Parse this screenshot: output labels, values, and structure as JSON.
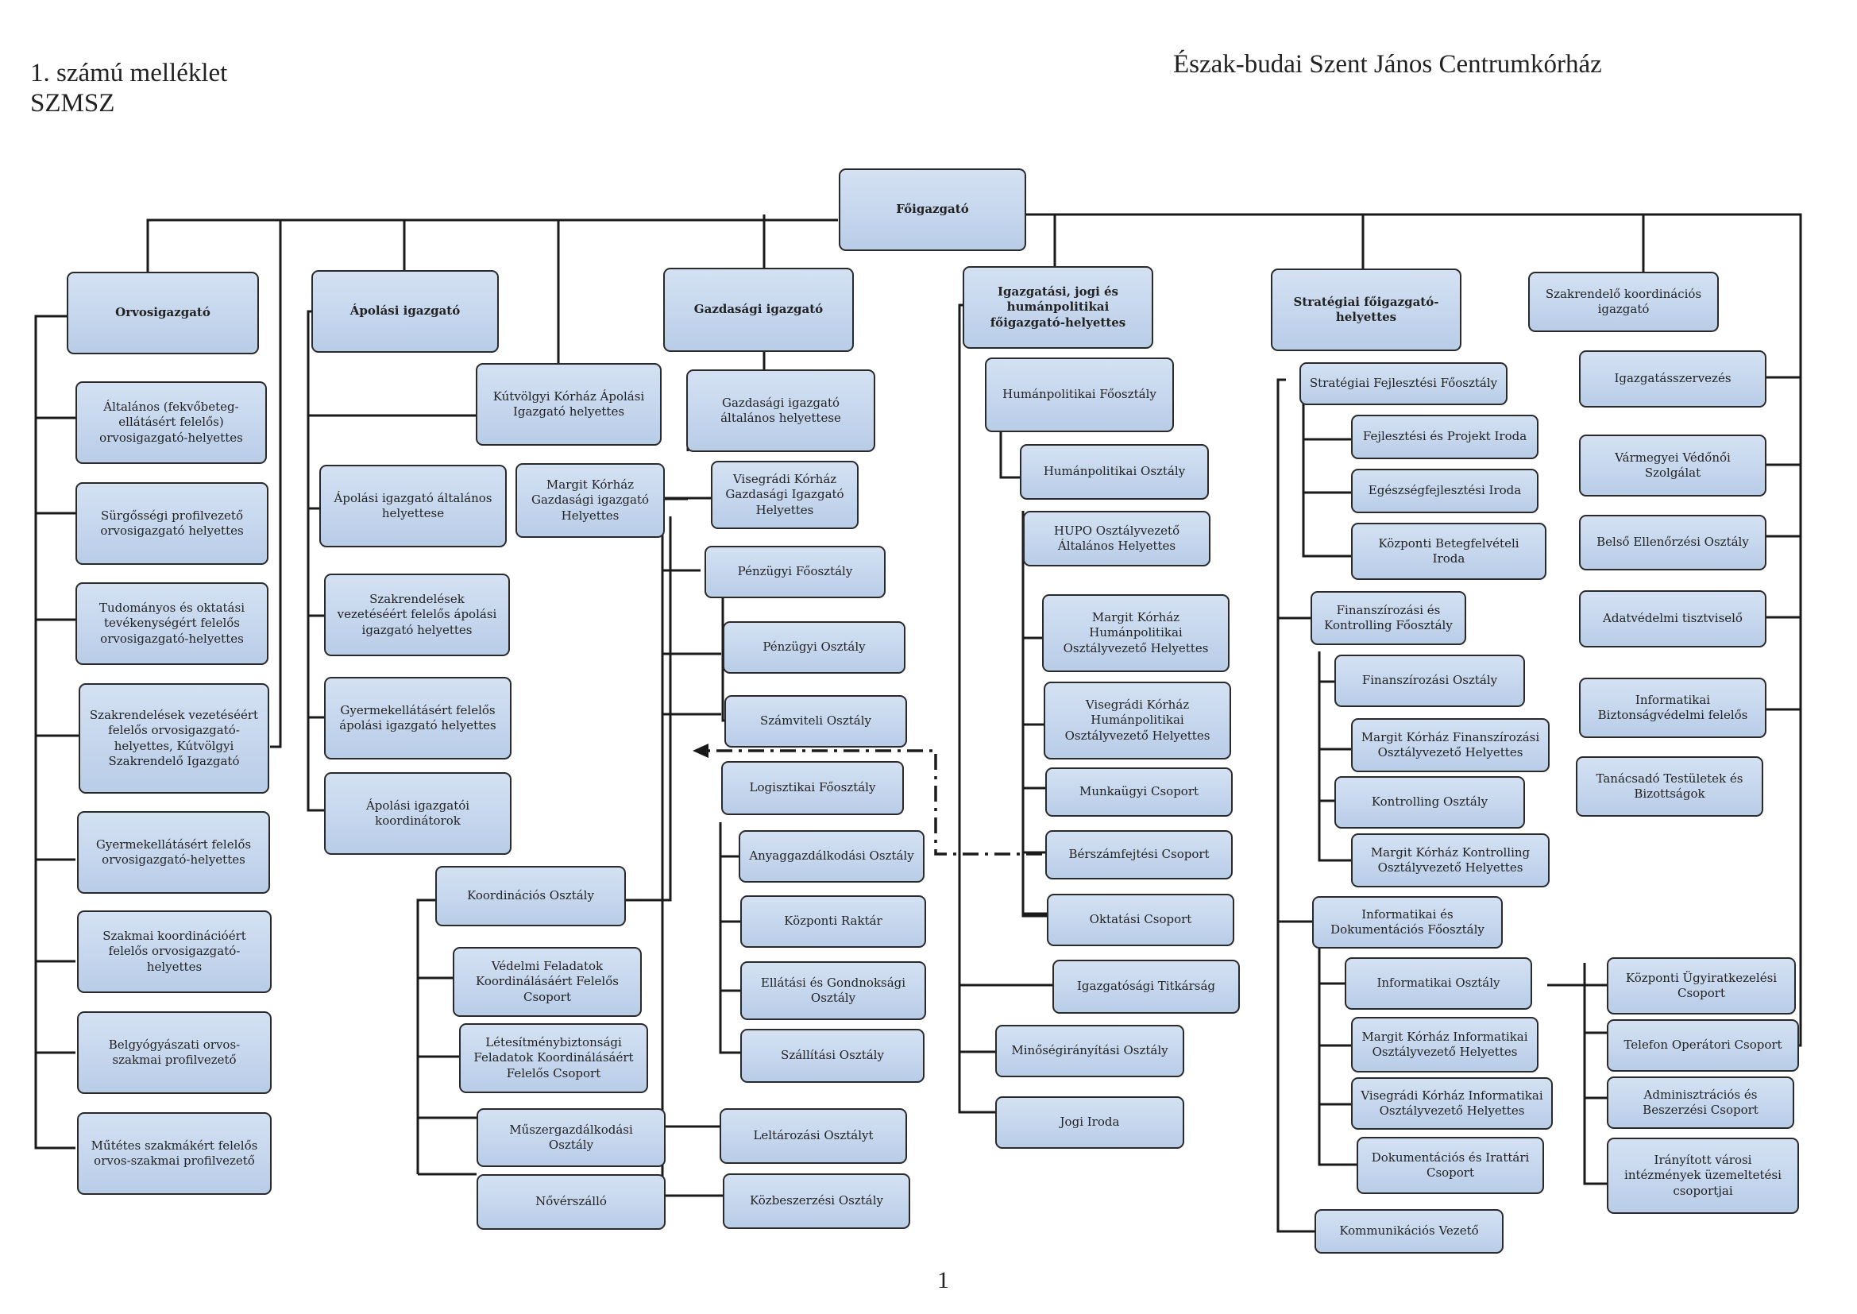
{
  "header": {
    "annex_line1": "1. számú melléklet",
    "annex_line2": "SZMSZ",
    "institution": "Észak-budai Szent János Centrumkórház"
  },
  "page_number": "1",
  "org": {
    "top": "Főigazgató",
    "orvos": {
      "head": "Orvosigazgató",
      "items": [
        "Általános (fekvőbeteg-ellátásért felelős) orvosigazgató-helyettes",
        "Sürgősségi profilvezető orvosigazgató helyettes",
        "Tudományos és oktatási tevékenységért felelős orvosigazgató-helyettes",
        "Szakrendelések vezetéséért felelős orvosigazgató-helyettes, Kútvölgyi Szakrendelő Igazgató",
        "Gyermekellátásért felelős orvosigazgató-helyettes",
        "Szakmai koordinációért felelős orvosigazgató-helyettes",
        "Belgyógyászati orvos-szakmai profilvezető",
        "Műtétes szakmákért felelős orvos-szakmai profilvezető"
      ]
    },
    "apolasi": {
      "head": "Ápolási igazgató",
      "kutvolgyi": "Kútvölgyi Kórház Ápolási Igazgató helyettes",
      "items": [
        "Ápolási igazgató általános helyettese",
        "Szakrendelések vezetéséért felelős ápolási igazgató helyettes",
        "Gyermekellátásért felelős ápolási igazgató helyettes",
        "Ápolási igazgatói koordinátorok"
      ]
    },
    "gazdasagi": {
      "head": "Gazdasági igazgató",
      "altalanos": "Gazdasági igazgató általános helyettese",
      "margit": "Margit Kórház Gazdasági igazgató Helyettes",
      "visegradi": "Visegrádi Kórház Gazdasági Igazgató Helyettes",
      "penzugyi": "Pénzügyi Főosztály",
      "penzugyi_osztaly": "Pénzügyi Osztály",
      "szamviteli": "Számviteli Osztály",
      "logisztikai": "Logisztikai Főosztály",
      "anyag": "Anyaggazdálkodási Osztály",
      "raktar": "Központi Raktár",
      "ellatasi": "Ellátási és Gondnoksági Osztály",
      "szallitasi": "Szállítási Osztály",
      "koordinacios": "Koordinációs Osztály",
      "vedelmi": "Védelmi Feladatok Koordinálásáért Felelős Csoport",
      "letesitmeny": "Létesítménybiztonsági Feladatok Koordinálásáért Felelős Csoport",
      "muszer": "Műszergazdálkodási Osztály",
      "noverszallo": "Nővérszálló",
      "leltarozasi": "Leltározási Osztályt",
      "kozbeszerzesi": "Közbeszerzési Osztály"
    },
    "jogi": {
      "head": "Igazgatási, jogi és humánpolitikai főigazgató-helyettes",
      "humanpol_fo": "Humánpolitikai Főosztály",
      "humanpol_oszt": "Humánpolitikai Osztály",
      "hupo": "HUPO Osztályvezető Általános Helyettes",
      "margit_hp": "Margit Kórház Humánpolitikai Osztályvezető Helyettes",
      "visegradi_hp": "Visegrádi Kórház Humánpolitikai Osztályvezető Helyettes",
      "munkaugyi": "Munkaügyi Csoport",
      "berszam": "Bérszámfejtési Csoport",
      "oktatasi": "Oktatási Csoport",
      "titkarsag": "Igazgatósági Titkárság",
      "minoseg": "Minőségirányítási Osztály",
      "jogi_iroda": "Jogi Iroda"
    },
    "strat": {
      "head": "Stratégiai főigazgató-helyettes",
      "fejl_fo": "Stratégiai Fejlesztési Főosztály",
      "projekt": "Fejlesztési és Projekt Iroda",
      "egeszseg": "Egészségfejlesztési Iroda",
      "betegfelv": "Központi Betegfelvételi Iroda",
      "fin_fo": "Finanszírozási és Kontrolling Főosztály",
      "fin_oszt": "Finanszírozási Osztály",
      "margit_fin": "Margit Kórház Finanszírozási Osztályvezető Helyettes",
      "kontrolling": "Kontrolling Osztály",
      "margit_kontr": "Margit Kórház Kontrolling Osztályvezető Helyettes",
      "inf_fo": "Informatikai és Dokumentációs Főosztály",
      "inf_oszt": "Informatikai Osztály",
      "margit_inf": "Margit Kórház Informatikai Osztályvezető Helyettes",
      "visegradi_inf": "Visegrádi Kórház Informatikai Osztályvezető Helyettes",
      "dokument": "Dokumentációs és Irattári Csoport",
      "kommunik": "Kommunikációs Vezető",
      "ugyirat": "Központi Ügyiratkezelési Csoport",
      "telefon": "Telefon Operátori Csoport",
      "admin": "Adminisztrációs és Beszerzési Csoport",
      "varosi": "Irányított városi intézmények üzemeltetési csoportjai"
    },
    "szakrend": {
      "head": "Szakrendelő koordinációs igazgató",
      "items": [
        "Igazgatásszervezés",
        "Vármegyei Védőnői Szolgálat",
        "Belső Ellenőrzési Osztály",
        "Adatvédelmi tisztviselő",
        "Informatikai Biztonságvédelmi felelős",
        "Tanácsadó Testületek és Bizottságok"
      ]
    }
  }
}
